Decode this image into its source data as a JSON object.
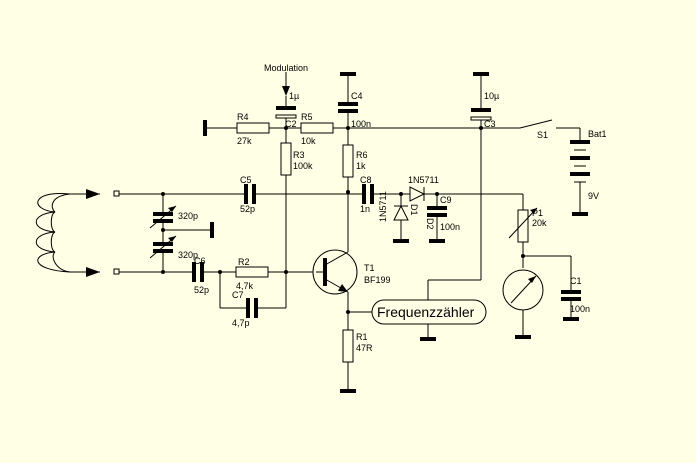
{
  "labels": {
    "modulation": "Modulation",
    "c2_value": "1µ",
    "c2_name": "C2",
    "c4_name": "C4",
    "c4_value": "100n",
    "c3_value": "10µ",
    "c3_name": "C3",
    "s1": "S1",
    "bat1": "Bat1",
    "bat_voltage": "9V",
    "r4_name": "R4",
    "r4_value": "27k",
    "r5_name": "R5",
    "r5_value": "10k",
    "r3_name": "R3",
    "r3_value": "100k",
    "r6_name": "R6",
    "r6_value": "1k",
    "c5_name": "C5",
    "c5_value": "52p",
    "c8_name": "C8",
    "c8_value": "1n",
    "d_top_part": "1N5711",
    "d2_name": "D2",
    "d_left_part": "1N5711",
    "d1_name": "D1",
    "c9_name": "C9",
    "c9_value": "100n",
    "p1_name": "P1",
    "p1_value": "20k",
    "trim1_value": "320p",
    "trim2_value": "320p",
    "c6_name": "C6",
    "c6_value": "52p",
    "r2_name": "R2",
    "r2_value": "4,7k",
    "c7_name": "C7",
    "c7_value": "4,7p",
    "t1_name": "T1",
    "t1_part": "BF199",
    "counter": "Frequenzzähler",
    "r1_name": "R1",
    "r1_value": "47R",
    "c1_name": "C1",
    "c1_value": "100n"
  }
}
